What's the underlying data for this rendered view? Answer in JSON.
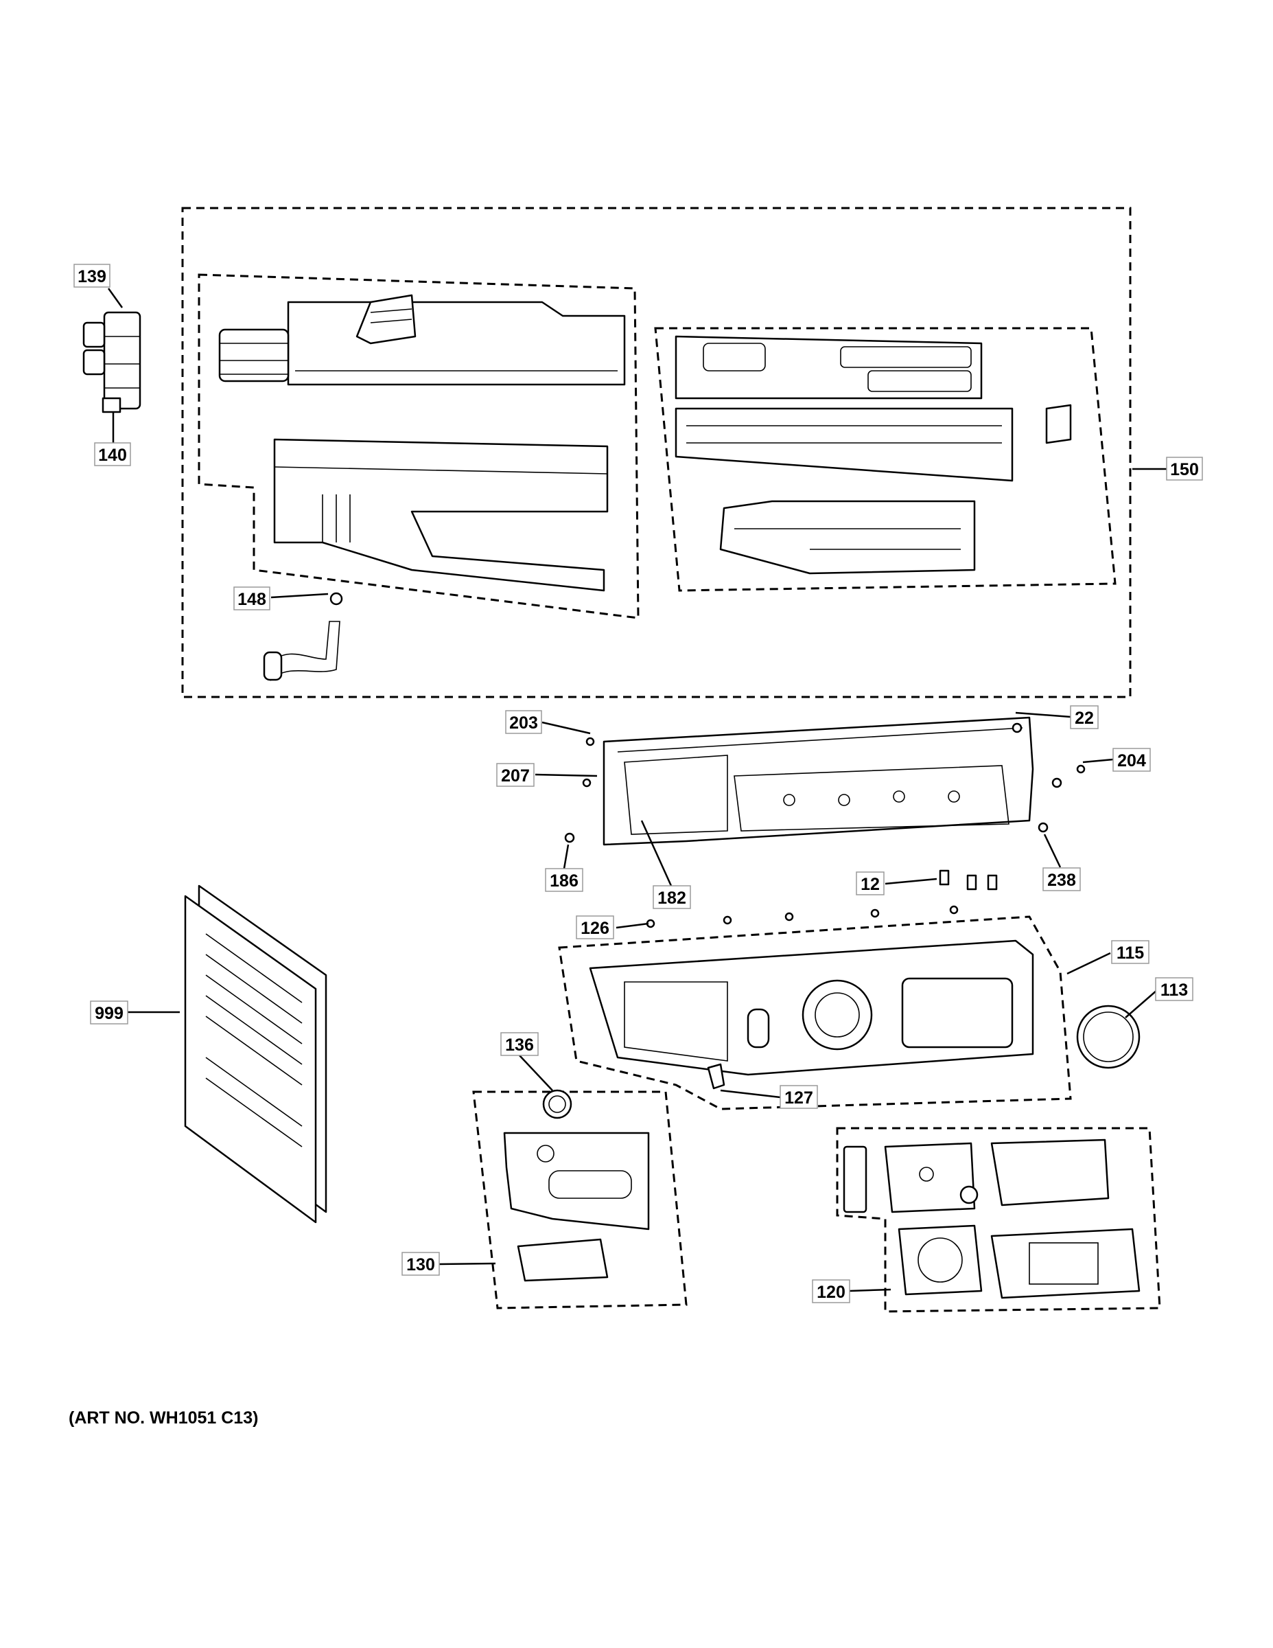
{
  "diagram": {
    "caption": "(ART NO. WH1051 C13)",
    "callouts": [
      {
        "id": "c139",
        "label": "139"
      },
      {
        "id": "c140",
        "label": "140"
      },
      {
        "id": "c150",
        "label": "150"
      },
      {
        "id": "c148",
        "label": "148"
      },
      {
        "id": "c203",
        "label": "203"
      },
      {
        "id": "c22",
        "label": "22"
      },
      {
        "id": "c204",
        "label": "204"
      },
      {
        "id": "c207",
        "label": "207"
      },
      {
        "id": "c186",
        "label": "186"
      },
      {
        "id": "c182",
        "label": "182"
      },
      {
        "id": "c12",
        "label": "12"
      },
      {
        "id": "c238",
        "label": "238"
      },
      {
        "id": "c126",
        "label": "126"
      },
      {
        "id": "c115",
        "label": "115"
      },
      {
        "id": "c999",
        "label": "999"
      },
      {
        "id": "c113",
        "label": "113"
      },
      {
        "id": "c136",
        "label": "136"
      },
      {
        "id": "c127",
        "label": "127"
      },
      {
        "id": "c130",
        "label": "130"
      },
      {
        "id": "c120",
        "label": "120"
      }
    ]
  }
}
